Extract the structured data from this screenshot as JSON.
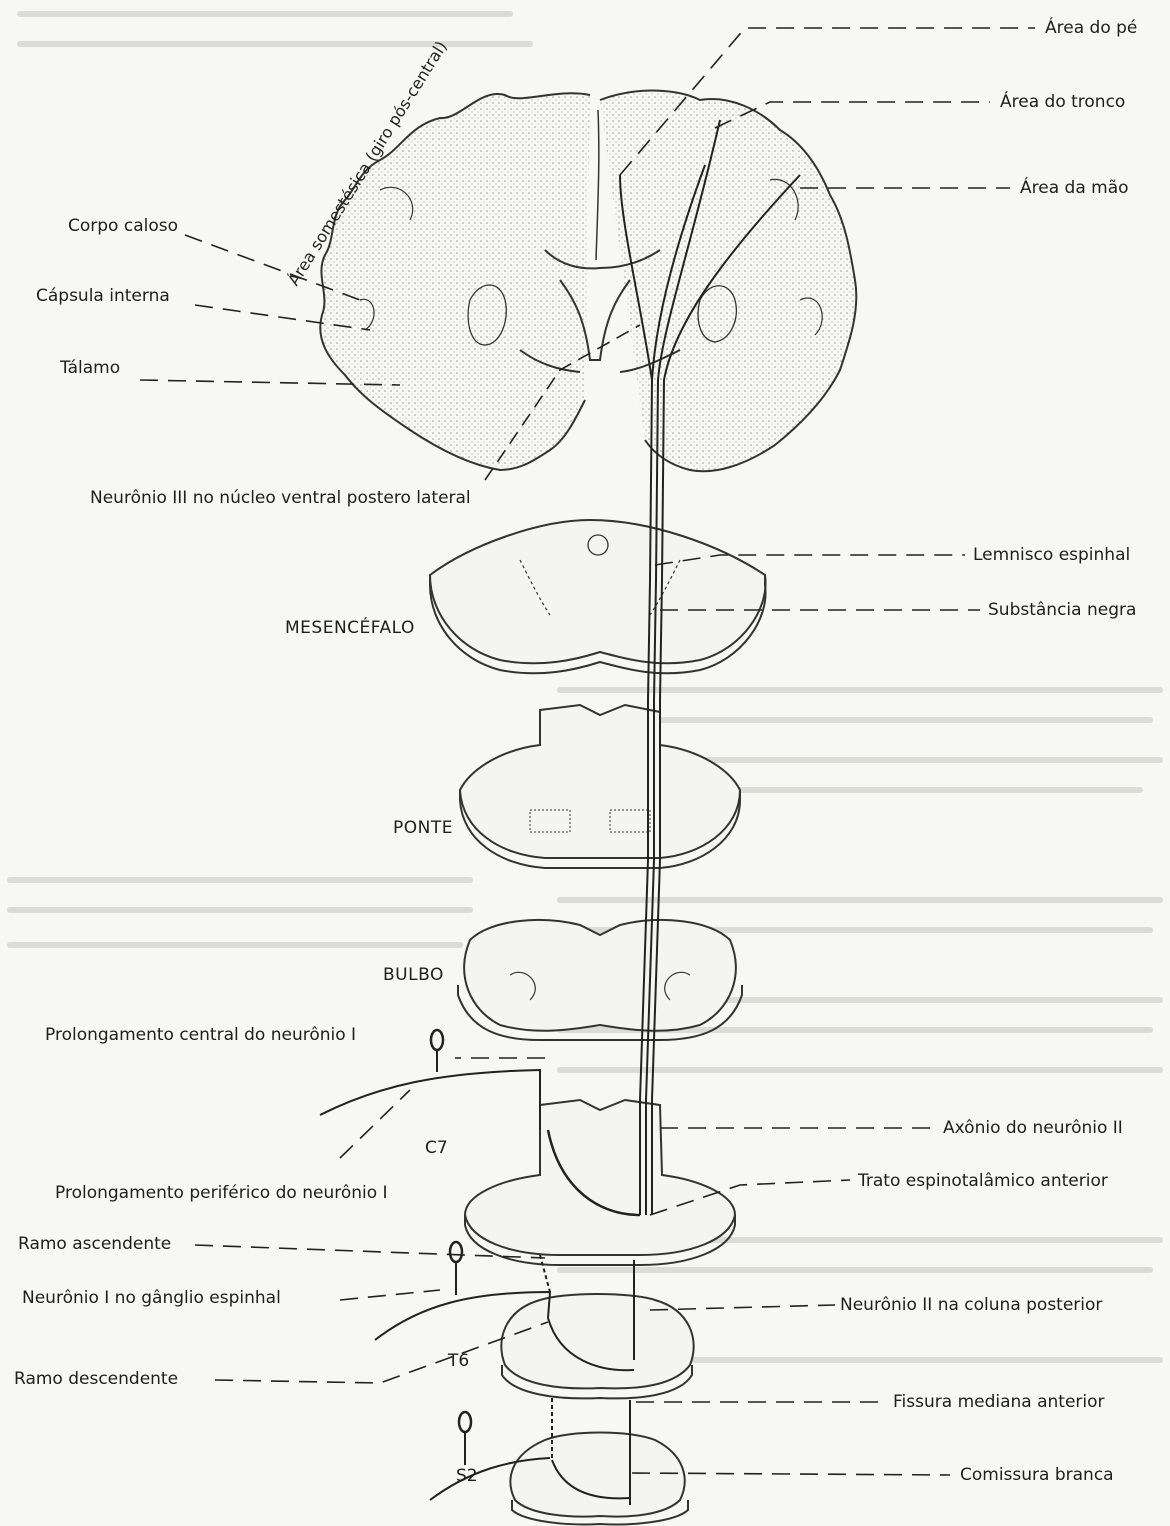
{
  "labels_right": {
    "area_pe": "Área do pé",
    "area_tronco": "Área do tronco",
    "area_mao": "Área da mão",
    "lemnisco": "Lemnisco espinhal",
    "substancia_negra": "Substância negra",
    "axonio_neuronio_ii": "Axônio do neurônio II",
    "trato_espinotalamico": "Trato espinotalâmico anterior",
    "neuronio_ii_coluna": "Neurônio II na coluna posterior",
    "fissura": "Fissura mediana anterior",
    "comissura": "Comissura branca"
  },
  "labels_left": {
    "corpo_caloso": "Corpo caloso",
    "capsula_interna": "Cápsula interna",
    "talamo": "Tálamo",
    "neuronio_iii": "Neurônio III no núcleo ventral postero lateral",
    "prolongamento_central": "Prolongamento central do neurônio I",
    "prolongamento_periferico": "Prolongamento periférico do neurônio I",
    "ramo_ascendente": "Ramo ascendente",
    "neuronio_i_ganglio": "Neurônio I no gânglio espinhal",
    "ramo_descendente": "Ramo descendente"
  },
  "area_somestesica": "Área somestésica (giro pós-central)",
  "sections": {
    "mesencefalo": "MESENCÉFALO",
    "ponte": "PONTE",
    "bulbo": "BULBO"
  },
  "segments": {
    "c7": "C7",
    "t6": "T6",
    "s2": "S2"
  },
  "colors": {
    "ink": "#1e1e1e",
    "paper": "#f7f7f4",
    "stipple": "#9a9a94"
  }
}
